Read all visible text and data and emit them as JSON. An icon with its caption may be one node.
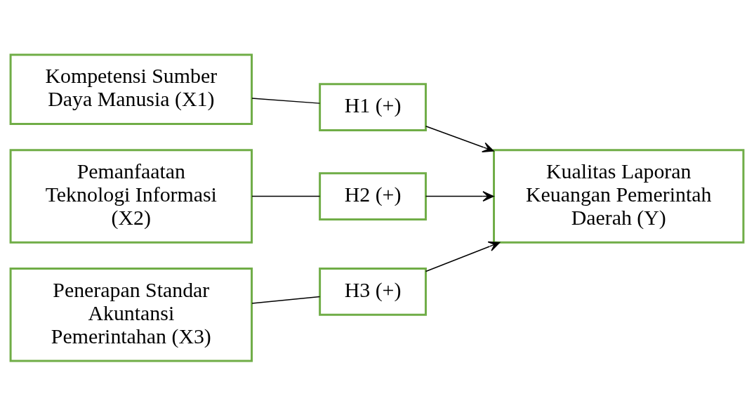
{
  "diagram": {
    "nodes": [
      {
        "text": [
          "Kompetensi Sumber Daya Manusia (X1)"
        ]
      },
      {
        "text": [
          "H1 (+)"
        ]
      },
      {
        "text": [
          "Pemanfaatan Teknologi Informasi (X2)"
        ]
      },
      {
        "text": [
          "H2 (+)"
        ]
      },
      {
        "text": [
          "Penerapan Standar Akuntansi Pemerintahan (X3)"
        ]
      },
      {
        "text": [
          "H3 (+)"
        ]
      },
      {
        "text": [
          "Kualitas Laporan Keuangan Pemerintah Daerah (Y)"
        ]
      }
    ],
    "edges": [
      {
        "from": 0,
        "to": 1,
        "arrow": "none"
      },
      {
        "from": 1,
        "to": 6,
        "arrow": "to"
      },
      {
        "from": 2,
        "to": 3,
        "arrow": "none"
      },
      {
        "from": 3,
        "to": 6,
        "arrow": "to"
      },
      {
        "from": 4,
        "to": 5,
        "arrow": "none"
      },
      {
        "from": 5,
        "to": 6,
        "arrow": "to"
      }
    ]
  }
}
